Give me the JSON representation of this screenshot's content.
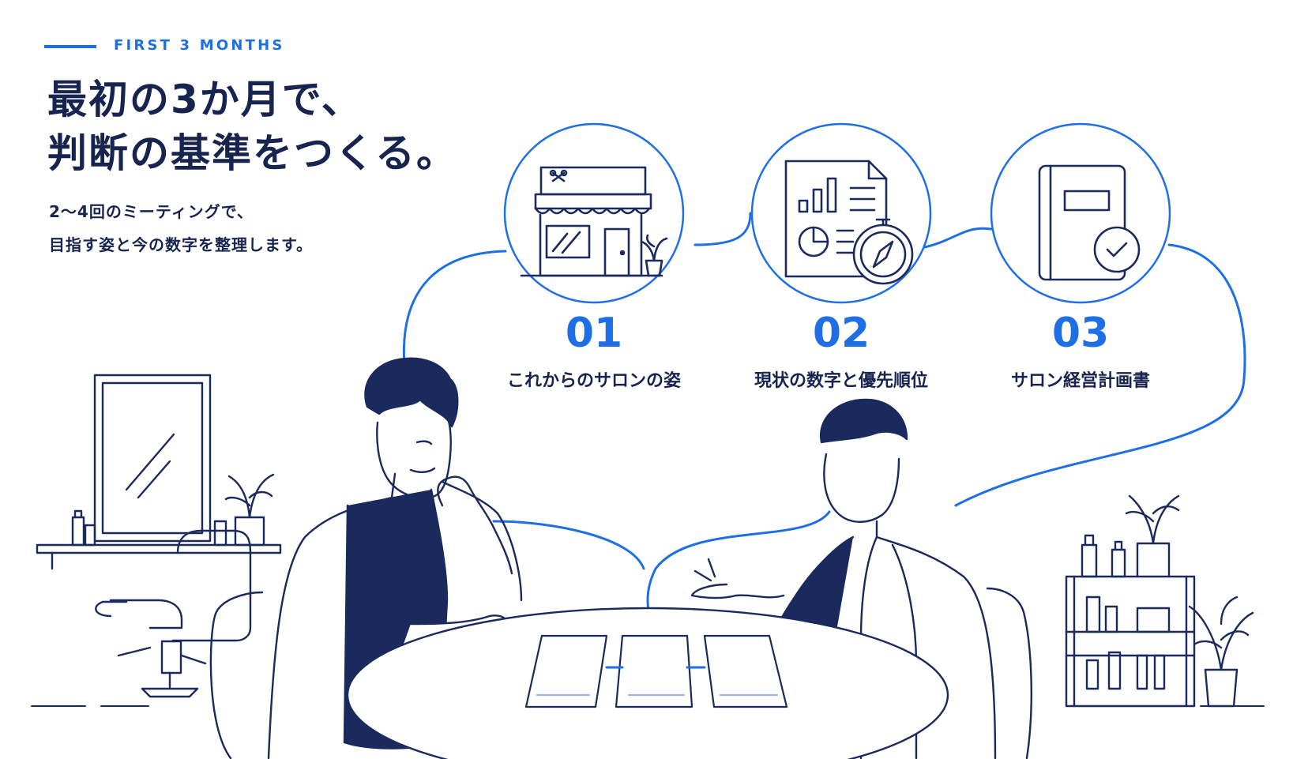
{
  "eyebrow": "FIRST 3 MONTHS",
  "title": {
    "line1": "最初の3か月で、",
    "line2": "判断の基準をつくる。"
  },
  "subtitle": {
    "line1": "2〜4回のミーティングで、",
    "line2": "目指す姿と今の数字を整理します。"
  },
  "steps": [
    {
      "number": "01",
      "label": "これからのサロンの姿",
      "icon": "salon-storefront-icon"
    },
    {
      "number": "02",
      "label": "現状の数字と優先順位",
      "icon": "report-compass-icon"
    },
    {
      "number": "03",
      "label": "サロン経営計画書",
      "icon": "plan-book-check-icon"
    }
  ],
  "colors": {
    "accent": "#1e6fe6",
    "navy": "#17244f",
    "line": "#1b2a5c"
  }
}
